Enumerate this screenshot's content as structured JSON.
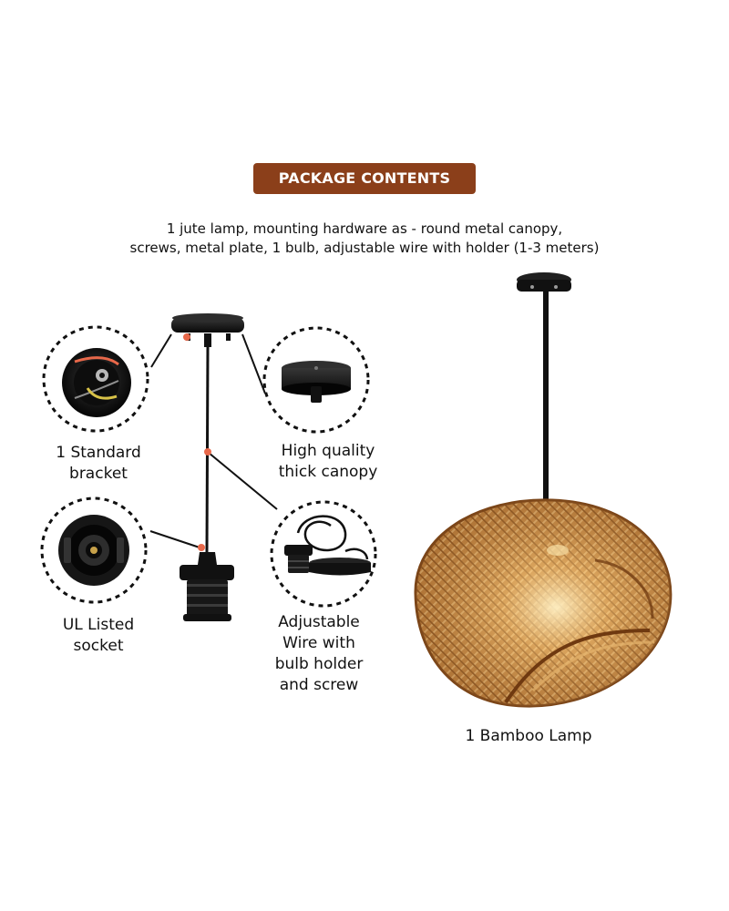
{
  "header": {
    "title": "PACKAGE CONTENTS"
  },
  "description": {
    "line1": "1 jute lamp, mounting hardware as - round metal canopy,",
    "line2": "screws, metal plate, 1 bulb, adjustable wire with holder (1-3 meters)"
  },
  "items": {
    "bracket": {
      "line1": "1 Standard",
      "line2": "bracket"
    },
    "canopy": {
      "line1": "High quality",
      "line2": "thick canopy"
    },
    "socket": {
      "line1": "UL Listed",
      "line2": "socket"
    },
    "wire": {
      "line1": "Adjustable",
      "line2": "Wire with",
      "line3": "bulb holder",
      "line4": "and screw"
    },
    "lamp": {
      "label": "1 Bamboo Lamp"
    }
  },
  "colors": {
    "badge": "#8b3f1a",
    "callout-dot": "#e8684a",
    "bamboo-light": "#d7a364",
    "bamboo-dark": "#8a5420",
    "hardware": "#111111"
  },
  "icons": [
    "bracket-icon",
    "canopy-icon",
    "socket-icon",
    "wire-holder-icon",
    "pendant-hardware-icon",
    "bamboo-lamp-icon"
  ]
}
